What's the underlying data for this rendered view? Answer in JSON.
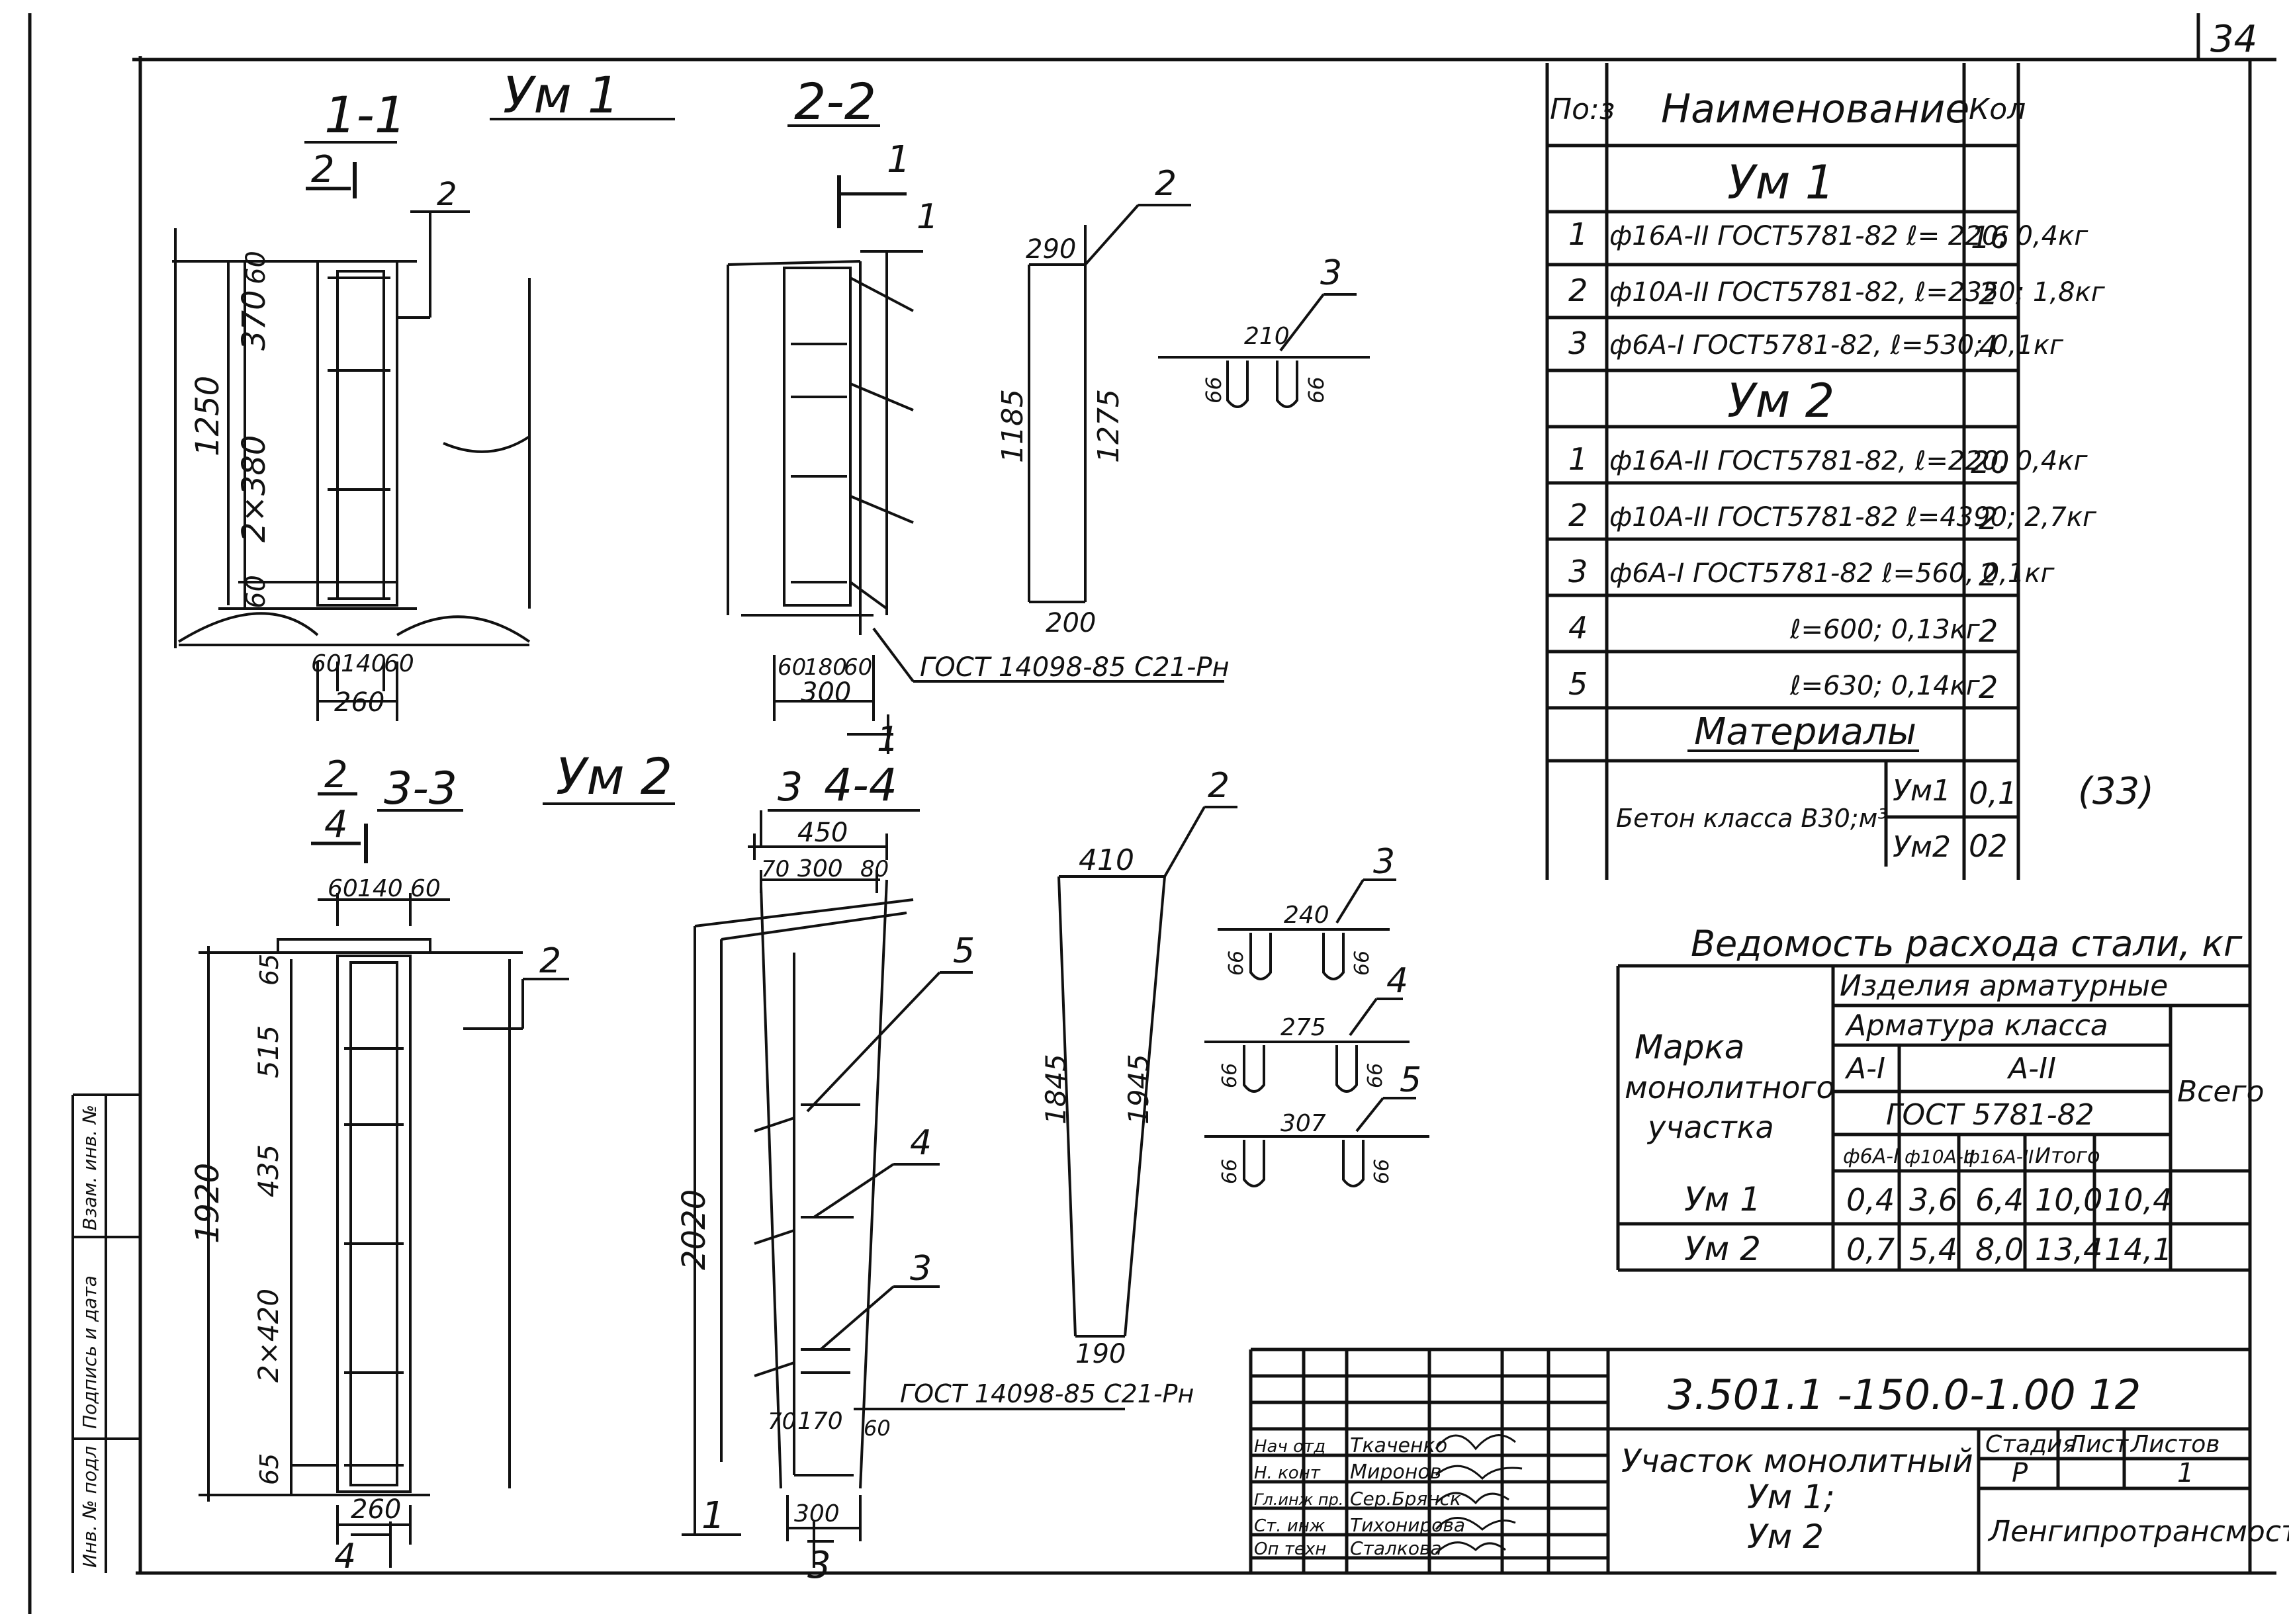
{
  "sheet_number": "34",
  "stamp": "(33)",
  "titles": {
    "um1": "Ум 1",
    "um2": "Ум 2",
    "s11": "1-1",
    "s22": "2-2",
    "s33": "3-3",
    "s44": "4-4",
    "cut2_top": "2",
    "cut2_bot": "2",
    "cut4_top": "4",
    "cut4_bot": "4",
    "cut1_top": "1",
    "cut1_bot": "1",
    "cut1_b": "1",
    "cut3_top": "3",
    "cut3_bot": "3"
  },
  "dims": {
    "d1250": "1250",
    "d370": "370",
    "d60a": "60",
    "d2x380": "2×380",
    "d60b": "60",
    "d60l": "60",
    "d140": "140",
    "d60r": "60",
    "d260": "260",
    "d60l2": "60",
    "d180": "180",
    "d60r2": "60",
    "d300": "300",
    "d290": "290",
    "d1185": "1185",
    "d1275": "1275",
    "d200": "200",
    "d210": "210",
    "d66a": "66",
    "d66b": "66",
    "d60l3": "60",
    "d140b": "140",
    "d60r3": "60",
    "d65a": "65",
    "d515": "515",
    "d435": "435",
    "d1920": "1920",
    "d2x420": "2×420",
    "d65b": "65",
    "d260b": "260",
    "d450": "450",
    "d70": "70",
    "d300b": "300",
    "d80": "80",
    "d2020": "2020",
    "d70b": "70",
    "d170": "170",
    "d60c": "60",
    "d300c": "300",
    "d410": "410",
    "d1845": "1845",
    "d1945": "1945",
    "d190": "190",
    "d240": "240",
    "d275": "275",
    "d307": "307",
    "d66c": "66",
    "d66d": "66",
    "d66e": "66",
    "d66f": "66",
    "d66g": "66",
    "d66h": "66"
  },
  "callouts": {
    "c2a": "2",
    "c1a": "1",
    "c2b": "2",
    "c3a": "3",
    "c2c": "2",
    "c5a": "5",
    "c4a": "4",
    "c3b": "3",
    "c2d": "2",
    "c3c": "3",
    "c4b": "4",
    "c5b": "5"
  },
  "gost_notes": {
    "g1": "ГОСТ 14098-85 С21-Рн",
    "g2": "ГОСТ 14098-85  С21-Рн"
  },
  "parts": {
    "h_pos": "По:з",
    "h_name": "Наименование",
    "h_qty": "Кол",
    "group1": "Ум 1",
    "rows1": [
      {
        "pos": "1",
        "name": "ф16А-II ГОСТ5781-82 ℓ= 220; 0,4кг",
        "qty": "16"
      },
      {
        "pos": "2",
        "name": "ф10А-II ГОСТ5781-82, ℓ=2350; 1,8кг",
        "qty": "2"
      },
      {
        "pos": "3",
        "name": "ф6А-I ГОСТ5781-82, ℓ=530; 0,1кг",
        "qty": "4"
      }
    ],
    "group2": "Ум 2",
    "rows2": [
      {
        "pos": "1",
        "name": "ф16А-II ГОСТ5781-82, ℓ=220, 0,4кг",
        "qty": "20"
      },
      {
        "pos": "2",
        "name": "ф10А-II ГОСТ5781-82 ℓ=4390; 2,7кг",
        "qty": "2"
      },
      {
        "pos": "3",
        "name": "ф6А-I ГОСТ5781-82 ℓ=560, 0,1кг",
        "qty": "2"
      },
      {
        "pos": "4",
        "name": "ℓ=600; 0,13кг",
        "qty": "2"
      },
      {
        "pos": "5",
        "name": "ℓ=630; 0,14кг",
        "qty": "2"
      }
    ],
    "materials": "Материалы",
    "concrete": "Бетон класса В30;м³",
    "mat_um1": "Ум1",
    "mat_um1_val": "0,1",
    "mat_um2": "Ум2",
    "mat_um2_val": "02"
  },
  "steel": {
    "title": "Ведомость расхода стали, кг",
    "h_mark": "Марка монолитного участка",
    "h_mark1": "Марка",
    "h_mark2": "монолитного",
    "h_mark3": "участка",
    "h_products": "Изделия арматурные",
    "h_class": "Арматура класса",
    "h_ai": "А-I",
    "h_aii": "А-II",
    "h_gost": "ГОСТ 5781-82",
    "h_total": "Всего",
    "h_f6": "ф6А-I",
    "h_f10": "ф10А-II",
    "h_f16": "ф16А-II",
    "h_itogo": "Итого",
    "rows": [
      {
        "mark": "Ум 1",
        "f6": "0,4",
        "f10": "3,6",
        "f16": "6,4",
        "itogo": "10,0",
        "total": "10,4"
      },
      {
        "mark": "Ум 2",
        "f6": "0,7",
        "f10": "5,4",
        "f16": "8,0",
        "itogo": "13,4",
        "total": "14,1"
      }
    ]
  },
  "title_block": {
    "doc_code": "3.501.1 -150.0-1.00 12",
    "name_line1": "Участок монолитный",
    "name_line2": "Ум 1;",
    "name_line3": "Ум 2",
    "h_stage": "Стадия",
    "h_sheet": "Лист",
    "h_sheets": "Листов",
    "stage": "Р",
    "sheets": "1",
    "org": "Ленгипротрансмост",
    "staff": [
      {
        "role": "Нач отд",
        "name": "Ткаченко"
      },
      {
        "role": "Н. конт",
        "name": "Миронов"
      },
      {
        "role": "Гл.инж пр.",
        "name": "Сер.Брянск"
      },
      {
        "role": "Ст. инж",
        "name": "Тихонирова"
      },
      {
        "role": "Оп техн",
        "name": "Сталкова"
      }
    ]
  },
  "margin_labels": [
    "Инв. № подл",
    "Подпись и дата",
    "Взам. инв. №"
  ]
}
